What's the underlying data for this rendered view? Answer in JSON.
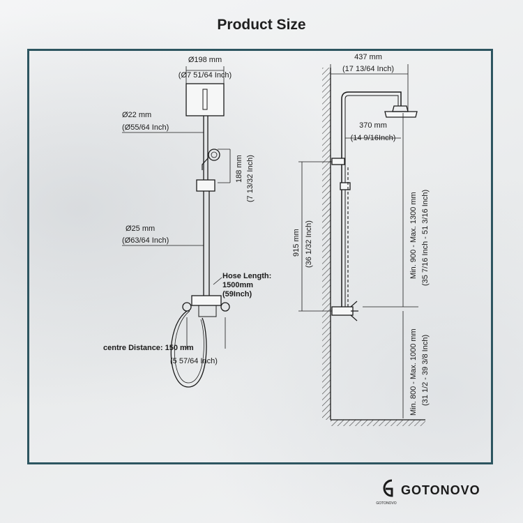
{
  "title": "Product Size",
  "brand": {
    "name": "GOTONOVO",
    "logo_text": "GOTONOVO"
  },
  "colors": {
    "frame": "#2d5560",
    "line": "#1a1a1a",
    "wall_hatch": "#444444"
  },
  "left_view": {
    "head_diameter": "Ø198 mm",
    "head_diameter_in": "(Ø7 51/64 Inch)",
    "upper_pipe": "Ø22 mm",
    "upper_pipe_in": "(Ø55/64 Inch)",
    "holder_height": "188 mm",
    "holder_height_in": "(7 13/32 Inch)",
    "lower_pipe": "Ø25 mm",
    "lower_pipe_in": "(Ø63/64 Inch)",
    "hose_label": "Hose Length:",
    "hose_length": "1500mm",
    "hose_length_in": "(59Inch)",
    "centre_label": "centre Distance: 150 mm",
    "centre_in": "(5 57/64 Inch)"
  },
  "right_view": {
    "arm_length": "437 mm",
    "arm_length_in": "(17 13/64 Inch)",
    "arm_reach": "370 mm",
    "arm_reach_in": "(14 9/16Inch)",
    "column_height": "915 mm",
    "column_height_in": "(36 1/32 Inch)",
    "adjust_range": "Min. 900 - Max. 1300 mm",
    "adjust_range_in": "(35 7/16 Inch - 51 3/16 Inch)",
    "install_height": "Min. 800 - Max. 1000 mm",
    "install_height_in": "(31 1/2 - 39 3/8 Inch)"
  }
}
